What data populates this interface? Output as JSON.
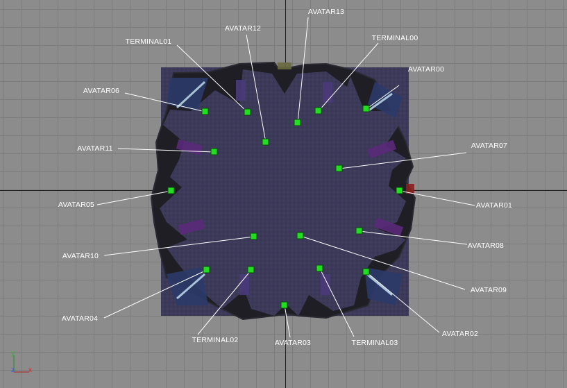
{
  "view": {
    "colors": {
      "background": "#8c8c8c",
      "grid": "#7c7c7c",
      "axis": "#1e1e1e",
      "floor": "#3c3a58",
      "wall": "#1e1e24",
      "marker": "#22dd22",
      "leader": "#ffffff"
    }
  },
  "labels": {
    "avatar00": "AVATAR00",
    "avatar01": "AVATAR01",
    "avatar02": "AVATAR02",
    "avatar03": "AVATAR03",
    "avatar04": "AVATAR04",
    "avatar05": "AVATAR05",
    "avatar06": "AVATAR06",
    "avatar07": "AVATAR07",
    "avatar08": "AVATAR08",
    "avatar09": "AVATAR09",
    "avatar10": "AVATAR10",
    "avatar11": "AVATAR11",
    "avatar12": "AVATAR12",
    "avatar13": "AVATAR13",
    "terminal00": "TERMINAL00",
    "terminal01": "TERMINAL01",
    "terminal02": "TERMINAL02",
    "terminal03": "TERMINAL03"
  },
  "gizmo": {
    "y": "y",
    "z": "z",
    "x": "x"
  }
}
